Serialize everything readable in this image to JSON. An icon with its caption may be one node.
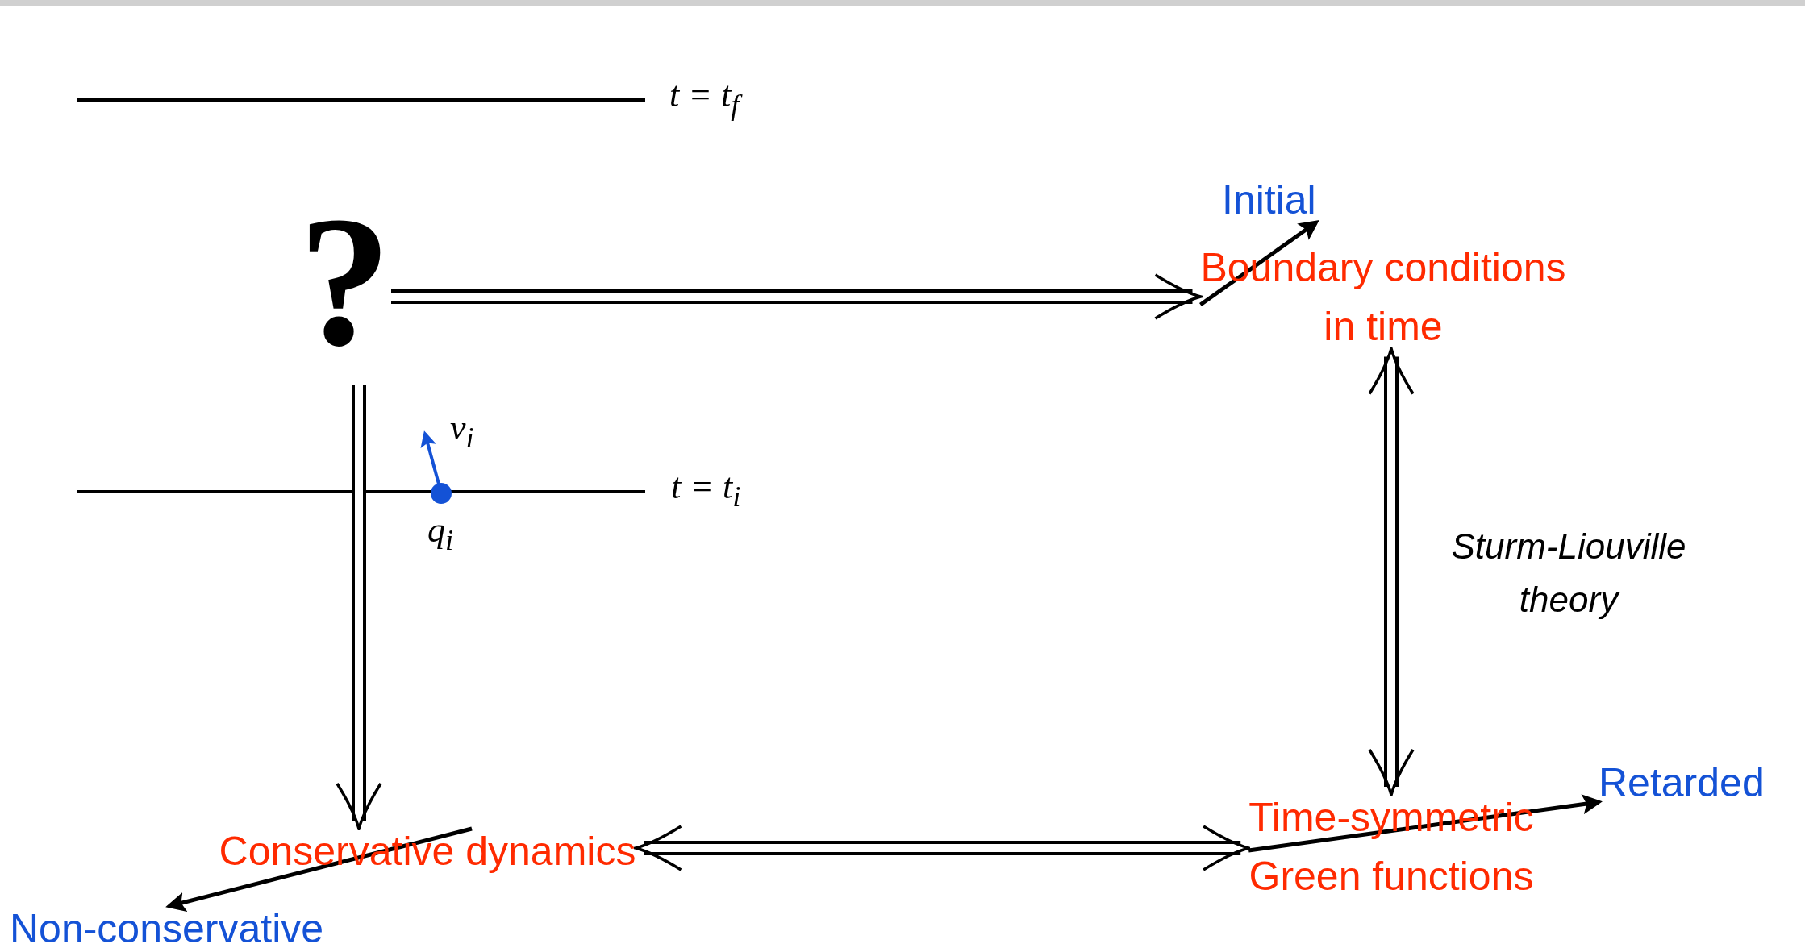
{
  "diagram": {
    "nodes": [
      {
        "text": [
          "?"
        ]
      },
      {
        "text": [
          "Initial"
        ]
      },
      {
        "text": [
          "Boundary conditions in time"
        ]
      },
      {
        "text": [
          "Retarded"
        ]
      },
      {
        "text": [
          "Time-symmetric Green functions"
        ]
      },
      {
        "text": [
          "Conservative dynamics"
        ]
      },
      {
        "text": [
          "Non-conservative"
        ]
      }
    ],
    "edges": [
      {
        "from": 0,
        "to": 2,
        "arrow": "to"
      },
      {
        "from": 2,
        "to": 1,
        "arrow": "to"
      },
      {
        "from": 2,
        "to": 4,
        "arrow": "both",
        "label": "Sturm-Liouville theory"
      },
      {
        "from": 4,
        "to": 3,
        "arrow": "to"
      },
      {
        "from": 0,
        "to": 5,
        "arrow": "to"
      },
      {
        "from": 5,
        "to": 4,
        "arrow": "both"
      },
      {
        "from": 5,
        "to": 6,
        "arrow": "to"
      }
    ],
    "labels": [
      "t = t$_{f}$",
      "v$_{i}$",
      "t = t$_{i}$",
      "q$_{i}$"
    ]
  }
}
